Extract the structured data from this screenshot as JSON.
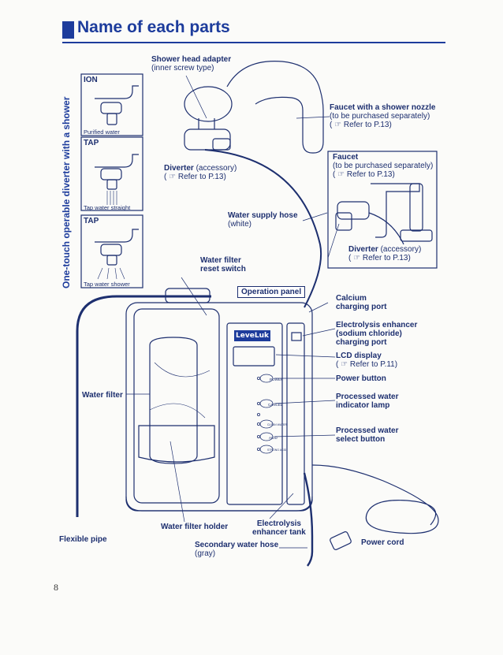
{
  "header": {
    "title": "Name of each parts"
  },
  "side_label": "One-touch operable diverter with a shower",
  "diverter_modes": [
    {
      "label": "ION",
      "caption": "Purified water"
    },
    {
      "label": "TAP",
      "caption": "Tap water straight"
    },
    {
      "label": "TAP",
      "caption": "Tap water shower"
    }
  ],
  "labels": {
    "shower_adapter": {
      "name": "Shower head adapter",
      "note": "(inner screw type)"
    },
    "faucet_shower": {
      "name": "Faucet with a shower nozzle",
      "note1": "(to be purchased separately)",
      "ref": "( ☞ Refer to P.13)"
    },
    "faucet": {
      "name": "Faucet",
      "note1": "(to be purchased separately)",
      "ref": "( ☞ Refer to P.13)"
    },
    "diverter_left": {
      "name": "Diverter",
      "note": "(accessory)",
      "ref": "( ☞ Refer to P.13)"
    },
    "diverter_right": {
      "name": "Diverter",
      "note": "(accessory)",
      "ref": "( ☞ Refer to P.13)"
    },
    "supply_hose": {
      "name": "Water supply hose",
      "note": "(white)"
    },
    "reset_switch": {
      "line1": "Water filter",
      "line2": "reset switch"
    },
    "operation_panel": "Operation panel",
    "calcium": {
      "line1": "Calcium",
      "line2": "charging port"
    },
    "enhancer_port": {
      "line1": "Electrolysis enhancer",
      "line2": "(sodium chloride)",
      "line3": "charging port"
    },
    "lcd": {
      "name": "LCD display",
      "ref": "( ☞ Refer to P.11)"
    },
    "power_button": "Power button",
    "indicator": {
      "line1": "Processed water",
      "line2": "indicator lamp"
    },
    "select": {
      "line1": "Processed water",
      "line2": "select button"
    },
    "water_filter": "Water filter",
    "filter_holder": "Water filter holder",
    "enhancer_tank": {
      "line1": "Electrolysis",
      "line2": "enhancer tank"
    },
    "flexible_pipe": "Flexible pipe",
    "secondary_hose": {
      "name": "Secondary water hose",
      "note": "(gray)"
    },
    "power_cord": "Power cord"
  },
  "device": {
    "brand": "LeveLuk",
    "panel_buttons": [
      "POWER",
      "CANCEL",
      "CLEAN WATER",
      "ACID",
      "STRONG ACID"
    ]
  },
  "page_number": "8"
}
